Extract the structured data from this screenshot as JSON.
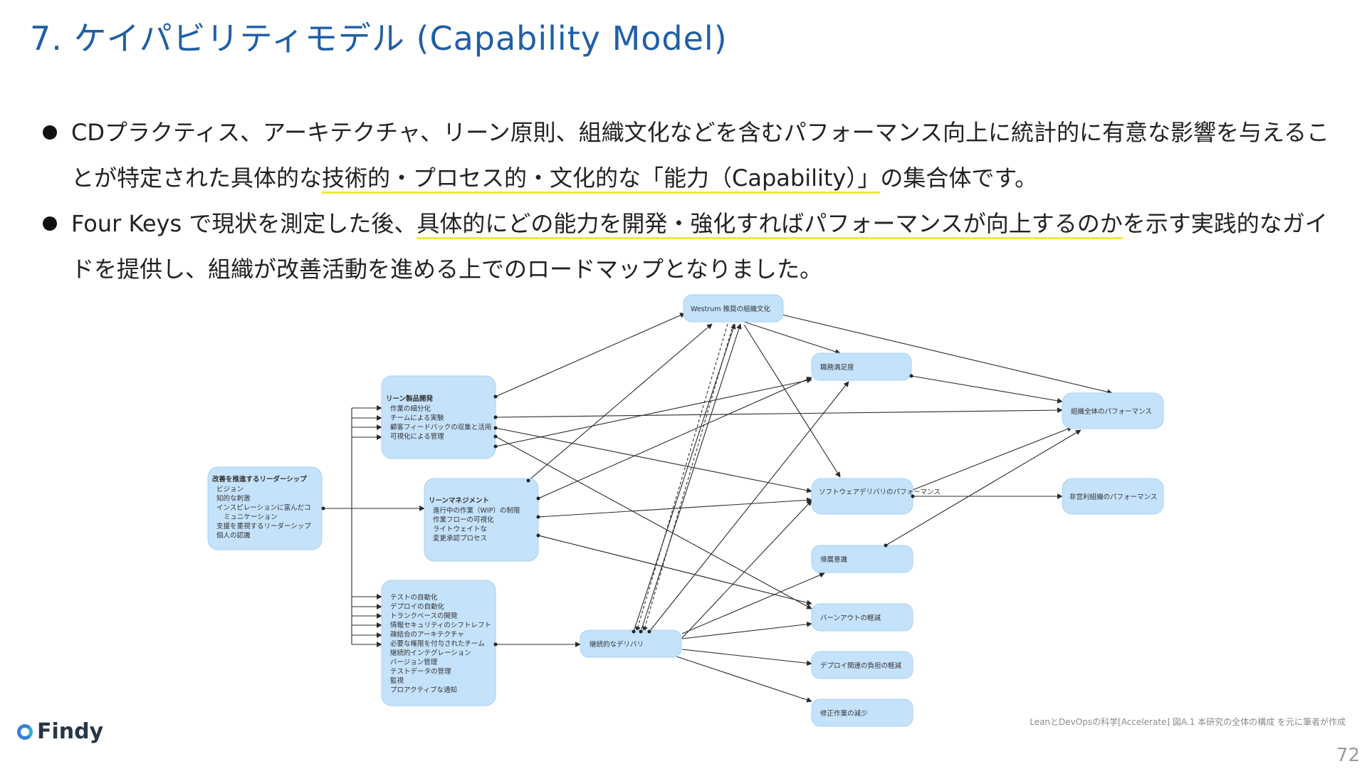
{
  "slide": {
    "title": "7. ケイパビリティモデル (Capability Model)",
    "page_number": "72",
    "logo_text": "Findy",
    "source_caption": "LeanとDevOpsの科学[Accelerate] 図A.1 本研究の全体の構成 を元に筆者が作成"
  },
  "bullets": [
    {
      "pre": "CDプラクティス、アーキテクチャ、リーン原則、組織文化などを含むパフォーマンス向上に統計的に有意な影響を与えることが特定された具体的な",
      "highlight": "技術的・プロセス的・文化的な「能力（Capability）」",
      "post": "の集合体です。"
    },
    {
      "pre": "Four Keys で現状を測定した後、",
      "highlight": "具体的にどの能力を開発・強化すればパフォーマンスが向上するのか",
      "post": "を示す実践的なガイドを提供し、組織が改善活動を進める上でのロードマップとなりました。"
    }
  ],
  "diagram": {
    "leadership": {
      "title": "改善を推進するリーダーシップ",
      "items": [
        "ビジョン",
        "知的な刺激",
        "インスピレーションに富んだコ",
        "ミュニケーション",
        "支援を重視するリーダーシップ",
        "個人の認識"
      ]
    },
    "lean_product": {
      "title": "リーン製品開発",
      "items": [
        "作業の細分化",
        "チームによる実験",
        "顧客フィードバックの収集と活用",
        "可視化による管理"
      ]
    },
    "lean_management": {
      "title": "リーンマネジメント",
      "items": [
        "進行中の作業（WIP）の制限",
        "作業フローの可視化",
        "ライトウェイトな",
        "変更承認プロセス"
      ]
    },
    "technical": {
      "items": [
        "テストの自動化",
        "デプロイの自動化",
        "トランクベースの開発",
        "情報セキュリティのシフトレフト",
        "疎結合のアーキテクチャ",
        "必要な権限を付与されたチーム",
        "継続的インテグレーション",
        "バージョン管理",
        "テストデータの管理",
        "監視",
        "プロアクティブな通知"
      ]
    },
    "westrum": "Westrum 推奨の組織文化",
    "job_satisfaction": "職務満足度",
    "org_performance": "組織全体のパフォーマンス",
    "software_delivery": "ソフトウェアデリバリのパフォーマンス",
    "noncommercial_performance": "非営利組織のパフォーマンス",
    "identity": "帰属意識",
    "burnout": "バーンアウトの軽減",
    "deploy_pain": "デプロイ関連の負担の軽減",
    "rework": "修正作業の減少",
    "continuous_delivery": "継続的なデリバリ"
  }
}
